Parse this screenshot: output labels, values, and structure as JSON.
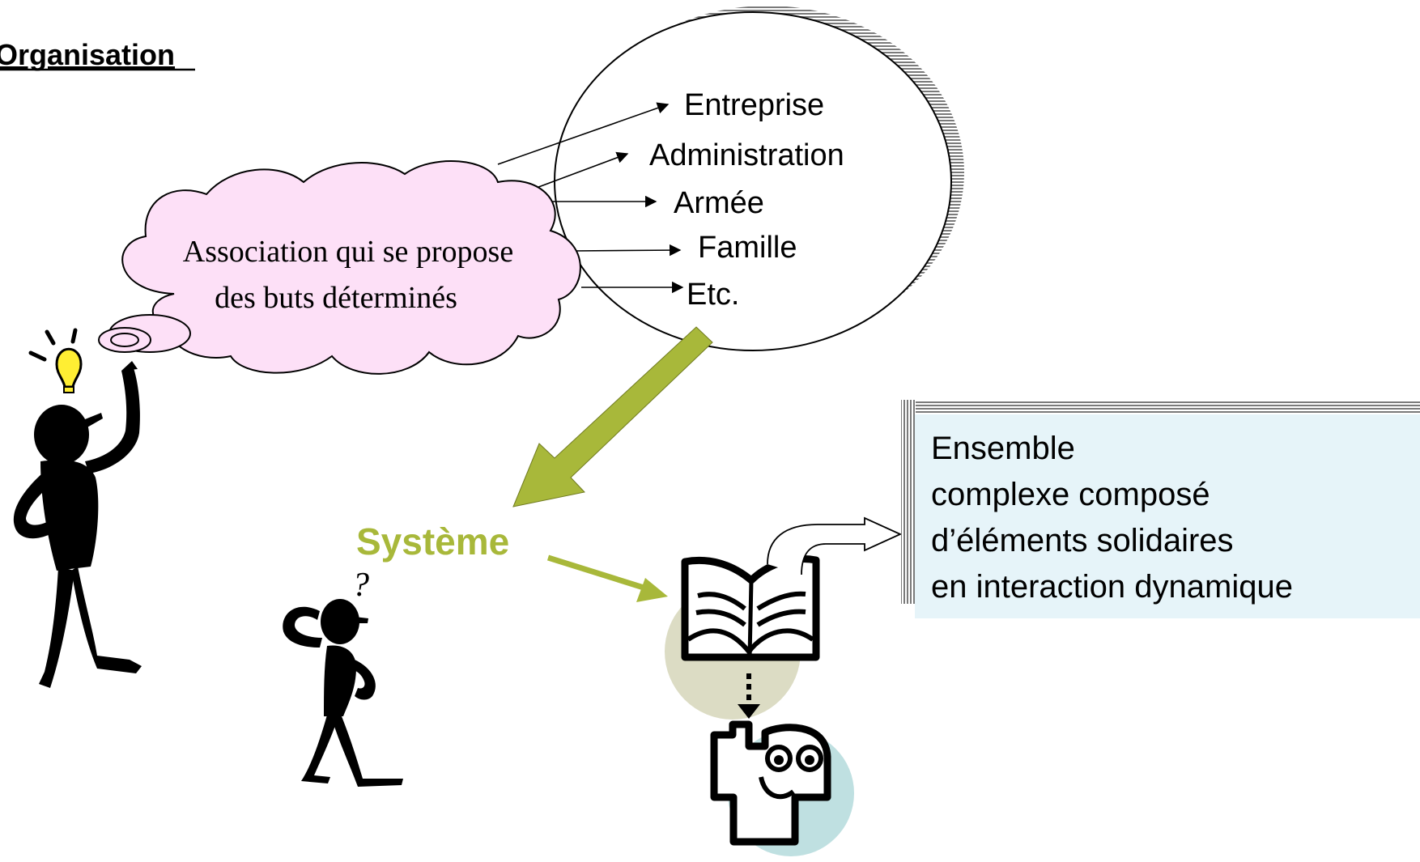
{
  "title": "Organisation",
  "cloud": {
    "line1": "Association qui se propose",
    "line2": "des buts déterminés"
  },
  "circle_items": [
    "Entreprise",
    "Administration",
    "Armée",
    "Famille",
    "Etc."
  ],
  "system_label": "Système",
  "definition": {
    "lines": [
      "Ensemble",
      "complexe composé",
      "d’éléments solidaires",
      "en interaction dynamique"
    ]
  },
  "colors": {
    "cloud_fill": "#fde0f7",
    "accent_olive": "#a8b83a",
    "definition_fill": "#e6f4f9",
    "book_circle": "#dcdcc4",
    "face_circle": "#bfe0e1",
    "bulb": "#ffee33"
  },
  "icons": [
    "lightbulb-icon",
    "open-book-icon",
    "thinking-face-icon",
    "question-mark-icon"
  ]
}
